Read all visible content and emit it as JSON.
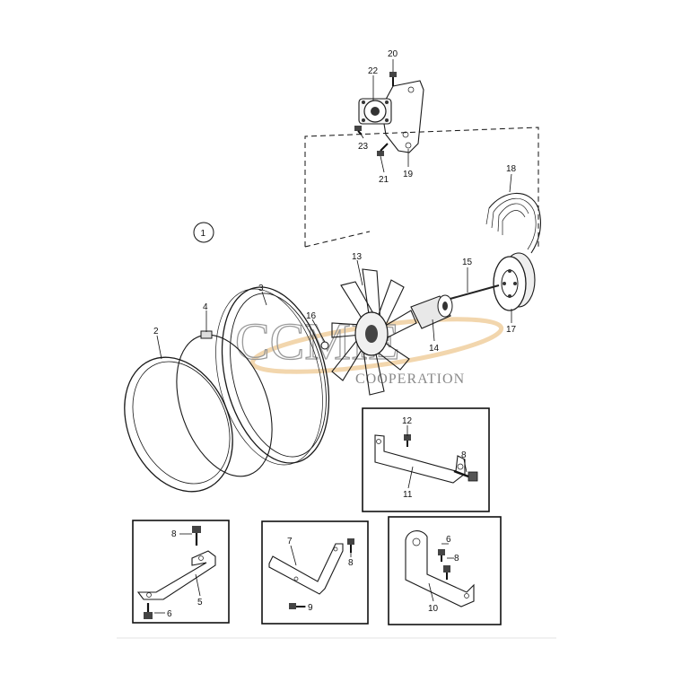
{
  "diagram": {
    "group_marker": "1",
    "callouts": {
      "n2": "2",
      "n3": "3",
      "n4": "4",
      "n5": "5",
      "n6a": "6",
      "n6b": "6",
      "n7": "7",
      "n8a": "8",
      "n8b": "8",
      "n8c": "8",
      "n8d": "8",
      "n9": "9",
      "n10": "10",
      "n11": "11",
      "n12": "12",
      "n13": "13",
      "n14": "14",
      "n15": "15",
      "n16": "16",
      "n17": "17",
      "n18": "18",
      "n19": "19",
      "n20": "20",
      "n21": "21",
      "n22": "22",
      "n23": "23"
    }
  },
  "watermark": {
    "title": "CCMIE",
    "subtitle": "COOPERATION"
  }
}
